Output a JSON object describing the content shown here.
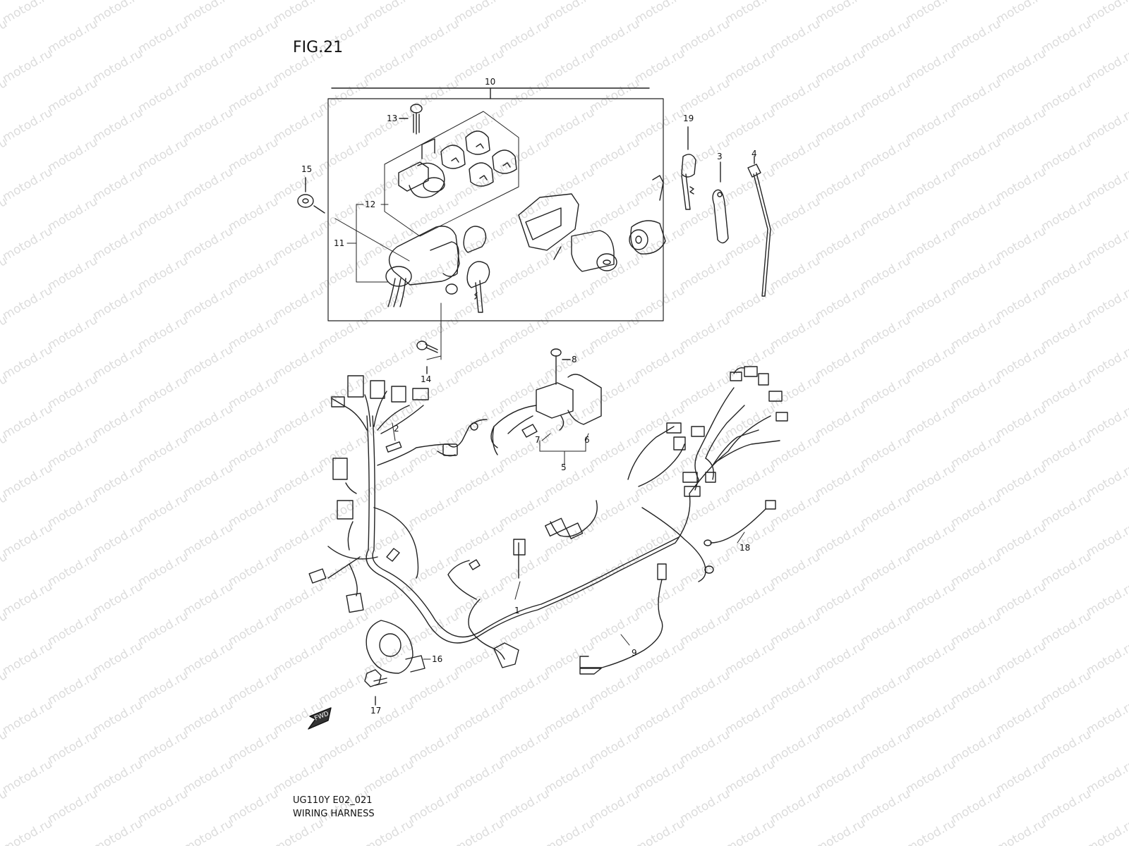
{
  "watermark": "motod.ru",
  "figure": {
    "title": "FIG.21"
  },
  "footer": {
    "code": "UG110Y E02_021",
    "name": "WIRING HARNESS"
  },
  "fwd_arrow_text": "FWD",
  "callouts": [
    "1",
    "2",
    "3",
    "4",
    "5",
    "6",
    "7",
    "8",
    "9",
    "10",
    "11",
    "12",
    "13",
    "14",
    "15",
    "16",
    "17",
    "18",
    "19"
  ],
  "colors": {
    "line": "#222222",
    "watermark": "#dcdcdc",
    "background": "#ffffff"
  }
}
